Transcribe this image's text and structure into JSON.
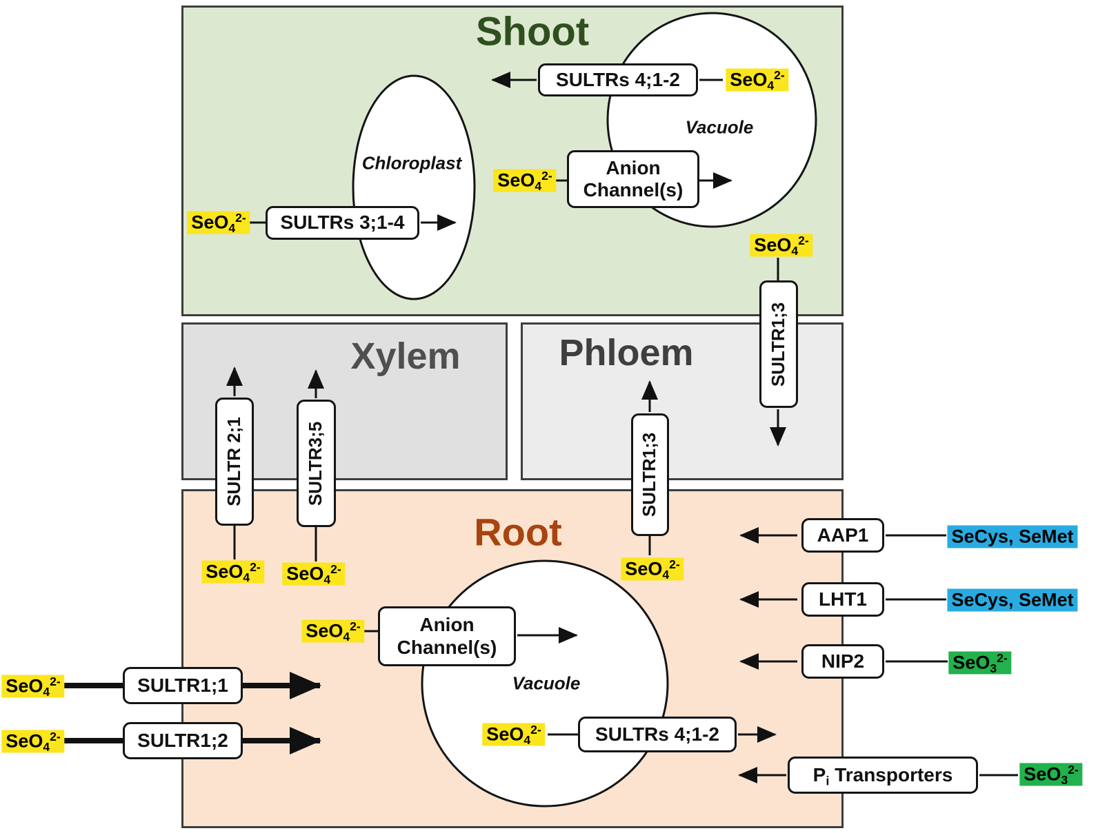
{
  "diagram": {
    "regions": {
      "shoot": {
        "title": "Shoot"
      },
      "xylem": {
        "title": "Xylem"
      },
      "phloem": {
        "title": "Phloem"
      },
      "root": {
        "title": "Root"
      }
    },
    "organelles": {
      "chloroplast": {
        "label": "Chloroplast"
      },
      "shoot_vacuole": {
        "label": "Vacuole"
      },
      "root_vacuole": {
        "label": "Vacuole"
      }
    },
    "transporters": {
      "sultrs_41_2_shoot": {
        "label": "SULTRs 4;1-2"
      },
      "anion_channels_shoot": {
        "line1": "Anion",
        "line2": "Channel(s)"
      },
      "sultrs_31_4": {
        "label": "SULTRs 3;1-4"
      },
      "sultr1_3_shoot": {
        "label": "SULTR1;3"
      },
      "sultr2_1": {
        "label": "SULTR 2;1"
      },
      "sultr3_5": {
        "label": "SULTR3;5"
      },
      "sultr1_3_phloem": {
        "label": "SULTR1;3"
      },
      "aap1": {
        "label": "AAP1"
      },
      "lht1": {
        "label": "LHT1"
      },
      "nip2": {
        "label": "NIP2"
      },
      "pi_transporters": {
        "prefix": "P",
        "sub": "i",
        "suffix": " Transporters"
      },
      "anion_channels_root": {
        "line1": "Anion",
        "line2": "Channel(s)"
      },
      "sultrs_41_2_root": {
        "label": "SULTRs 4;1-2"
      },
      "sultr1_1": {
        "label": "SULTR1;1"
      },
      "sultr1_2": {
        "label": "SULTR1;2"
      }
    },
    "molecules": {
      "selenate": {
        "base": "SeO",
        "subscript": "4",
        "superscript": "2-"
      },
      "selenite": {
        "base": "SeO",
        "subscript": "3",
        "superscript": "2-"
      },
      "seleno_amino_acids": {
        "label": "SeCys, SeMet"
      }
    },
    "colors": {
      "shoot_bg": "#dde8d1",
      "xylem_bg": "#e0e0e0",
      "phloem_bg": "#ececec",
      "root_bg": "#fbe3d0",
      "selenate_highlight": "#fbe51c",
      "selenite_highlight": "#22b14c",
      "amino_acid_highlight": "#29abe2",
      "shoot_title": "#2f4f1f",
      "xylem_title": "#4f4f4f",
      "phloem_title": "#3f3f3f",
      "root_title": "#a8440f"
    }
  }
}
